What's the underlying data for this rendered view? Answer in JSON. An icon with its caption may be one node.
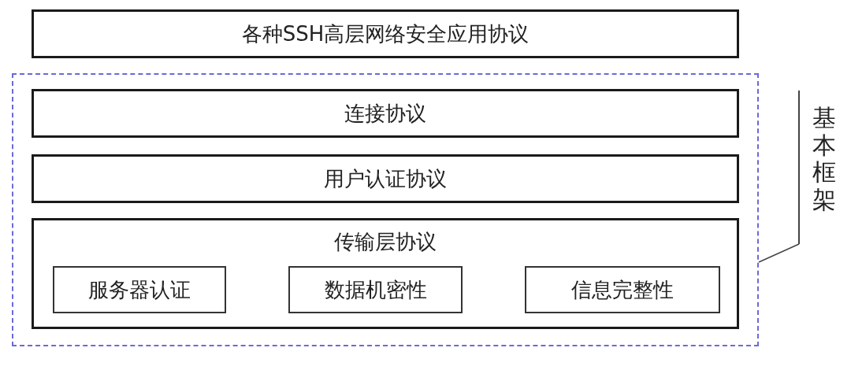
{
  "diagram": {
    "nodes": [
      {
        "text": [
          "各种SSH高层网络安全应用协议"
        ]
      },
      {
        "text": [],
        "shape": "box"
      },
      {
        "text": [
          "连接协议"
        ],
        "in": 1
      },
      {
        "text": [
          "用户认证协议"
        ],
        "in": 1
      },
      {
        "text": [
          "传输层协议"
        ],
        "in": 1
      },
      {
        "text": [
          "服务器认证"
        ],
        "in": 4
      },
      {
        "text": [
          "数据机密性"
        ],
        "in": 4
      },
      {
        "text": [
          "信息完整性"
        ],
        "in": 4
      },
      {
        "text": [
          "基本框架"
        ]
      }
    ],
    "edges": [
      {
        "from": 8,
        "to": 1,
        "arrow": "none"
      }
    ]
  }
}
